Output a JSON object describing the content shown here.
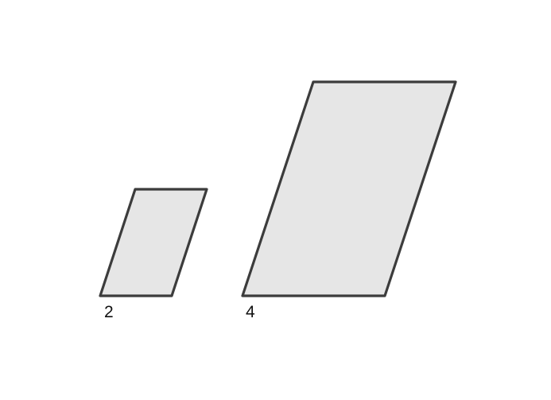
{
  "figure": {
    "shapes": [
      {
        "name": "small-parallelogram",
        "label": "2"
      },
      {
        "name": "large-parallelogram",
        "label": "4"
      }
    ],
    "colors": {
      "fill": "#e6e6e6",
      "stroke": "#3c3c3c",
      "text": "#111111",
      "background": "#ffffff"
    }
  }
}
